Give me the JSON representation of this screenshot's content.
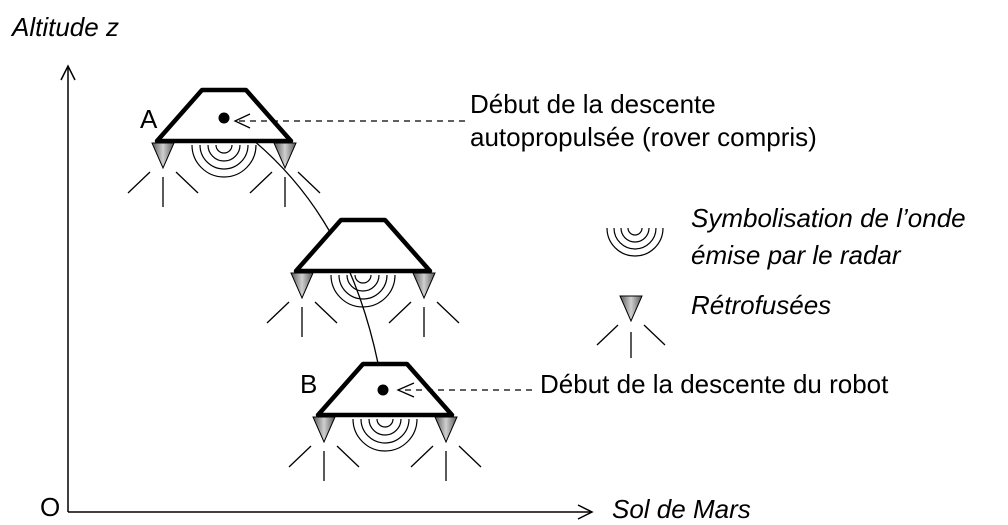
{
  "axes": {
    "y_label": "Altitude z",
    "x_label": "Sol de Mars",
    "origin_label": "O"
  },
  "points": {
    "a_label": "A",
    "b_label": "B"
  },
  "annotations": {
    "descent_start_line1": "Début de la descente",
    "descent_start_line2": "autopropulsée (rover compris)",
    "robot_descent": "Début de la descente du robot"
  },
  "legend": {
    "radar_line1": "Symbolisation de l’onde",
    "radar_line2": "émise par le radar",
    "retro_label": "Rétrofusées"
  },
  "colors": {
    "line": "#000000",
    "nozzle": "#808080"
  }
}
